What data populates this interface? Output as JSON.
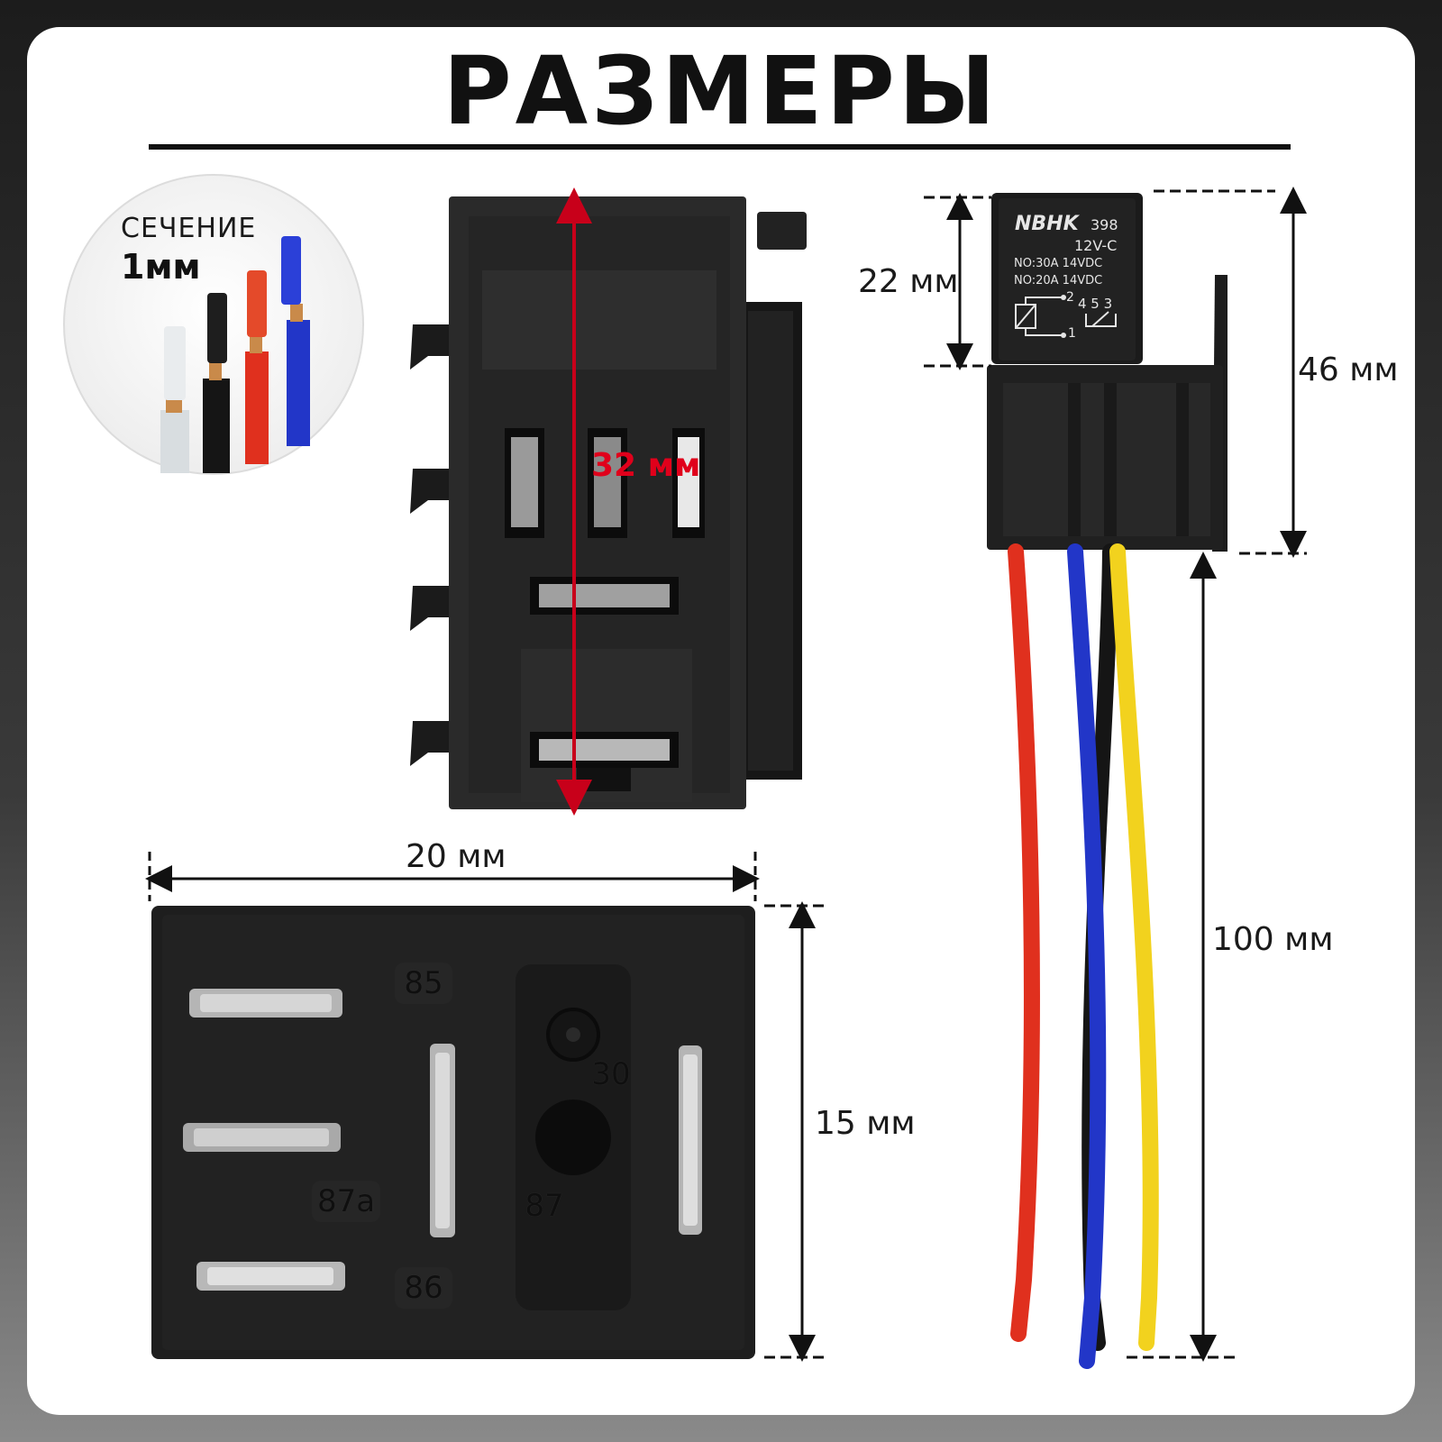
{
  "title": "РАЗМЕРЫ",
  "cross_section": {
    "label": "СЕЧЕНИЕ",
    "value": "1мм"
  },
  "dimensions": {
    "socket_height": "32 мм",
    "base_width": "20 мм",
    "base_height": "15 мм",
    "relay_height": "22 мм",
    "total_height": "46 мм",
    "wire_length": "100 мм"
  },
  "relay_label": {
    "brand": "NBHK",
    "model": "398",
    "voltage": "12V-C",
    "rating_no": "NO:30A 14VDC",
    "rating_nc": "NO:20A 14VDC",
    "pins_top": "2",
    "pins_row": "4 5 3",
    "pin_one": "1"
  },
  "pin_numbers": {
    "p85": "85",
    "p30": "30",
    "p87a": "87a",
    "p87": "87",
    "p86": "86"
  },
  "wire_colors": {
    "red": "#e0301e",
    "blue": "#2236c8",
    "black": "#151515",
    "yellow": "#f2d21e",
    "white": "#d8dde0"
  },
  "accent_red": "#e0001b"
}
